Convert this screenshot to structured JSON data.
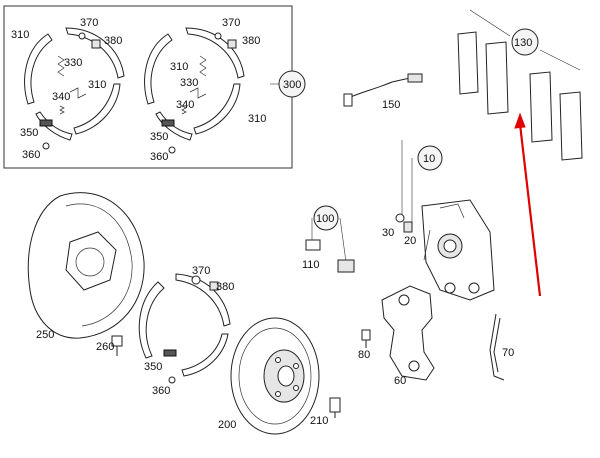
{
  "diagram": {
    "labels": {
      "l310a": "310",
      "l370a": "370",
      "l380a": "380",
      "l330a": "330",
      "l310b": "310",
      "l340a": "340",
      "l350a": "350",
      "l360a": "360",
      "l370b": "370",
      "l380b": "380",
      "l310c": "310",
      "l330b": "330",
      "l340b": "340",
      "l350b": "350",
      "l360b": "360",
      "l310d": "310",
      "l150": "150",
      "l30": "30",
      "l20": "20",
      "l110": "110",
      "l250": "250",
      "l260": "260",
      "l370c": "370",
      "l380c": "380",
      "l350c": "350",
      "l360c": "360",
      "l200": "200",
      "l210": "210",
      "l80": "80",
      "l60": "60",
      "l70": "70"
    },
    "callouts": {
      "c300": "300",
      "c130": "130",
      "c10": "10",
      "c100": "100"
    },
    "colors": {
      "line": "#222222",
      "highlight_arrow": "#e00000",
      "background": "#ffffff"
    }
  }
}
